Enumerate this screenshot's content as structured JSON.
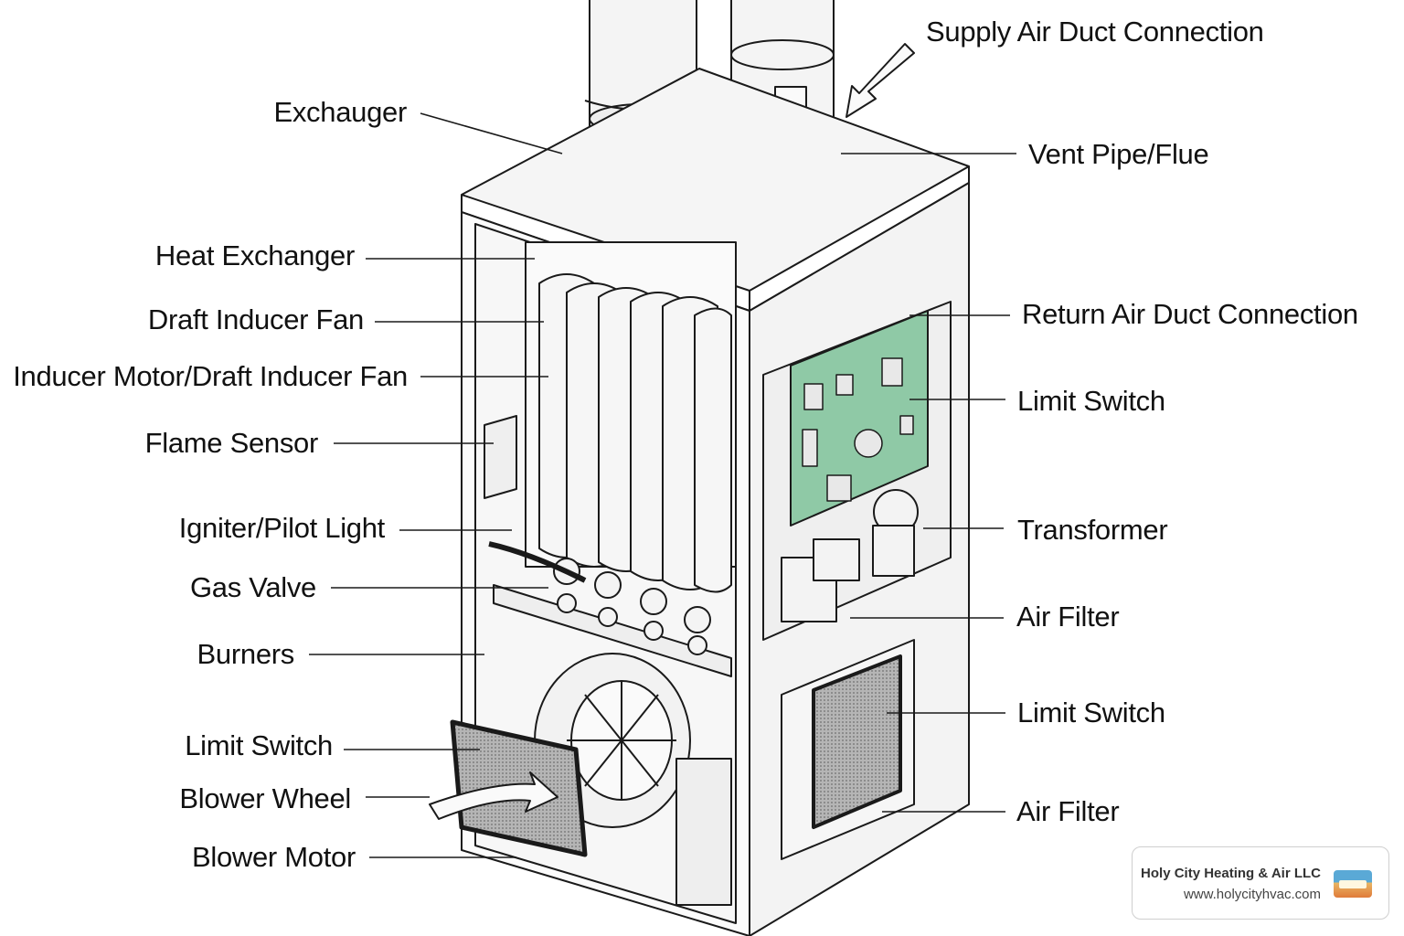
{
  "labels_left": [
    {
      "text": "Exchauger"
    },
    {
      "text": "Heat Exchanger"
    },
    {
      "text": "Draft Inducer Fan"
    },
    {
      "text": "Inducer Motor/Draft Inducer Fan"
    },
    {
      "text": "Flame Sensor"
    },
    {
      "text": "Igniter/Pilot Light"
    },
    {
      "text": "Gas Valve"
    },
    {
      "text": "Burners"
    },
    {
      "text": "Limit Switch"
    },
    {
      "text": "Blower Wheel"
    },
    {
      "text": "Blower Motor"
    }
  ],
  "labels_right": [
    {
      "text": "Supply Air Duct Connection"
    },
    {
      "text": "Vent Pipe/Flue"
    },
    {
      "text": "Return Air Duct Connection"
    },
    {
      "text": "Limit Switch"
    },
    {
      "text": "Transformer"
    },
    {
      "text": "Air Filter"
    },
    {
      "text": "Limit Switch"
    },
    {
      "text": "Air Filter"
    }
  ],
  "credit": {
    "company": "Holy City Heating & Air LLC",
    "url": "www.holycityhvac.com"
  },
  "colors": {
    "board_green": "#8fc9a6",
    "line": "#1a1a1a",
    "panel": "#f7f7f7",
    "filter": "#9a9a9a"
  }
}
